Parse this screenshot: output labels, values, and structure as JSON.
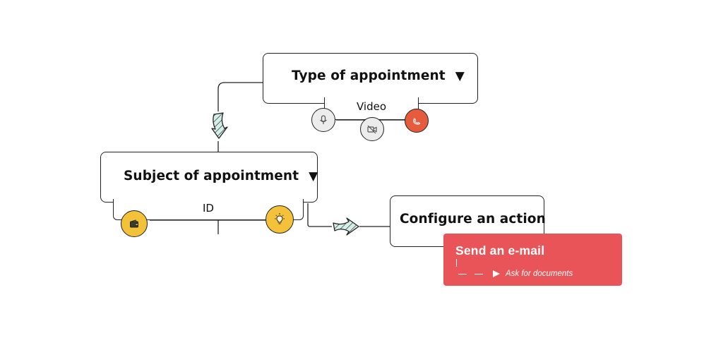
{
  "type_card": {
    "title": "Type of appointment",
    "caret": "▼",
    "tab_label": "Video"
  },
  "subject_card": {
    "title": "Subject of appointment",
    "caret": "▼",
    "tab_label": "ID"
  },
  "action_card": {
    "title": "Configure an action"
  },
  "toast": {
    "title": "Send an e-mail",
    "subtitle": "Ask for documents",
    "color": "#e85457"
  },
  "icons": {
    "microphone": "microphone-icon",
    "video_off": "video-off-icon",
    "phone_hangup": "phone-hangup-icon",
    "wallet": "wallet-icon",
    "lightbulb": "lightbulb-icon",
    "arrow_down": "arrow-down-icon",
    "arrow_right": "arrow-right-icon"
  },
  "colors": {
    "orange": "#e55b3c",
    "yellow": "#f4c13a",
    "grey": "#ececec",
    "arrow_fill": "#d4eee8"
  }
}
